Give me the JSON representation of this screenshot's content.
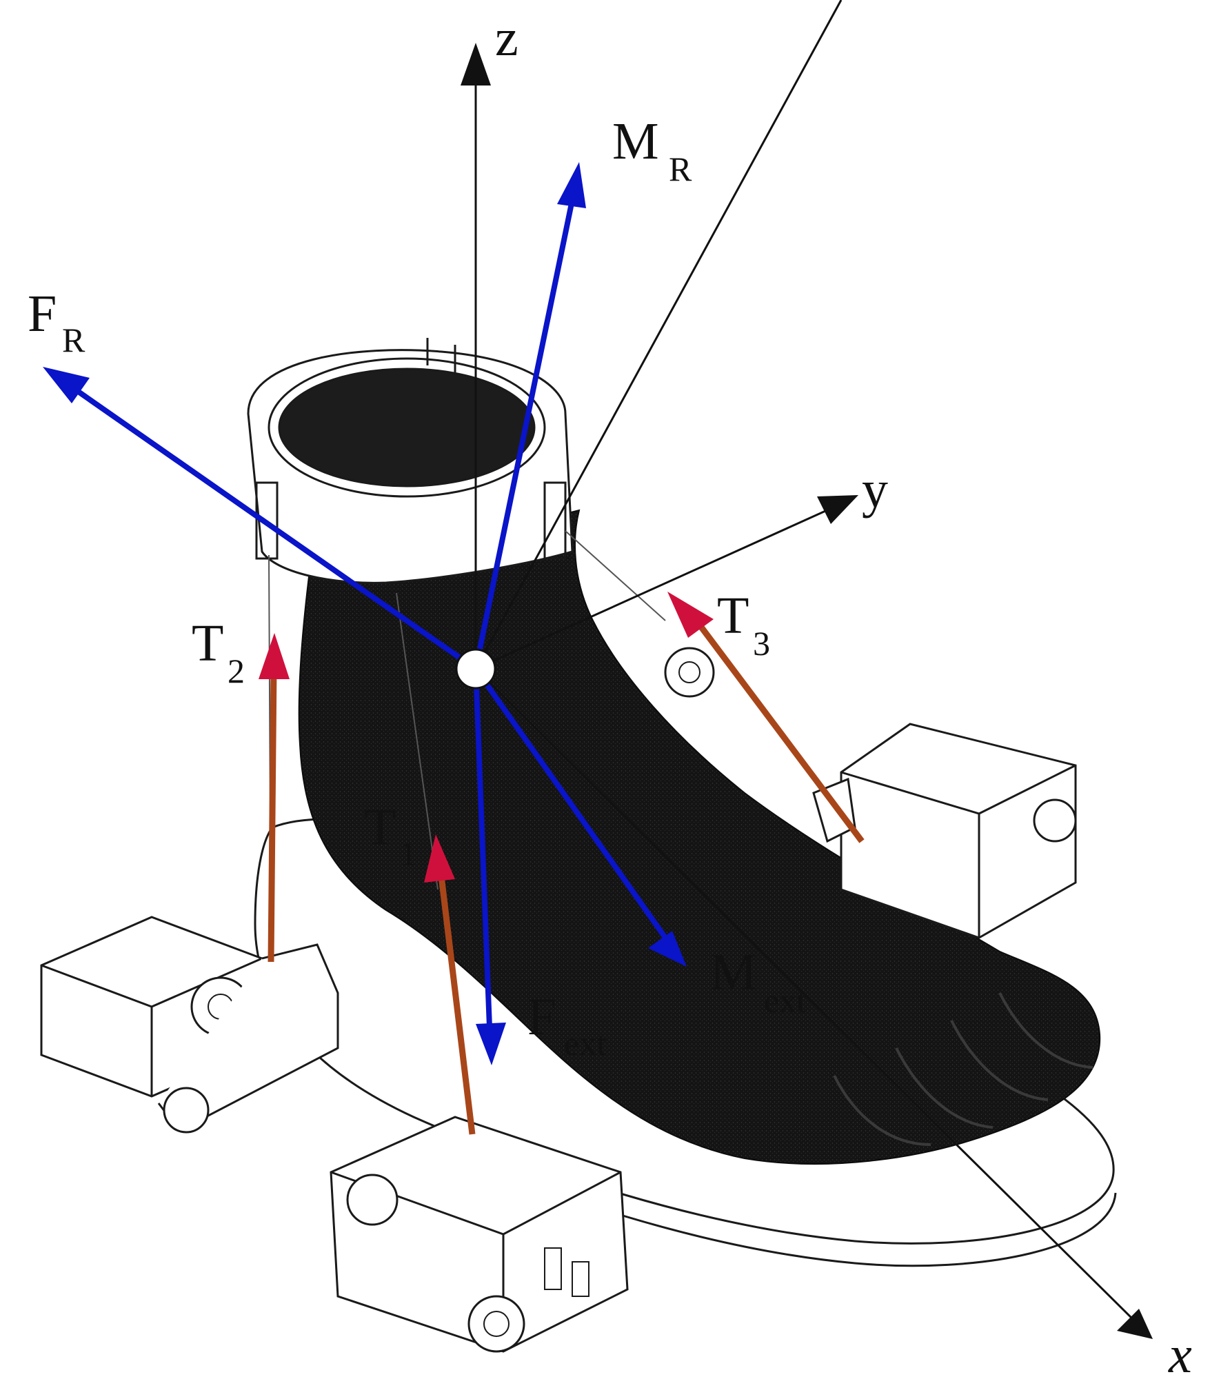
{
  "figure": {
    "axes": {
      "z": "z",
      "y": "y",
      "x": "x"
    },
    "vectors": {
      "F_R": {
        "base": "F",
        "sub": "R"
      },
      "M_R": {
        "base": "M",
        "sub": "R"
      },
      "F_ext": {
        "base": "F",
        "sub": "ext"
      },
      "M_ext": {
        "base": "M",
        "sub": "ext"
      },
      "T1": {
        "base": "T",
        "sub": "1"
      },
      "T2": {
        "base": "T",
        "sub": "2"
      },
      "T3": {
        "base": "T",
        "sub": "3"
      }
    },
    "colors": {
      "moment_force_arrows": "#0a14c8",
      "tendon_lines": "#a8461a",
      "tendon_heads": "#d0103c",
      "axes": "#111111",
      "foot": "#161616",
      "hardware_outline": "#1a1a1a"
    }
  }
}
